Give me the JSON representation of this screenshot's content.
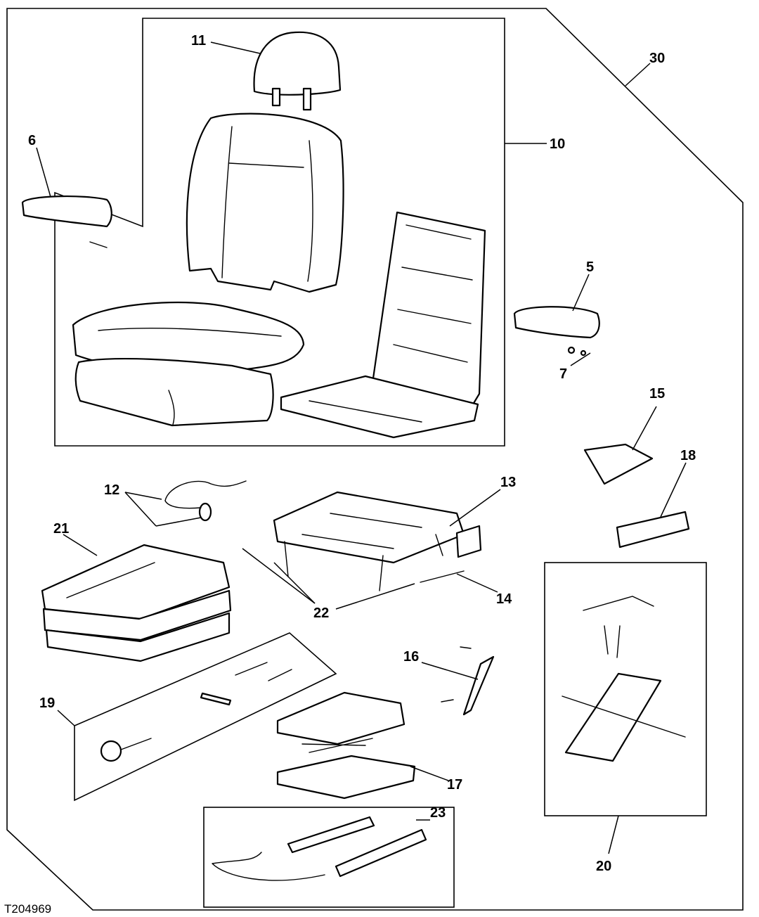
{
  "figure_code": "T204969",
  "callouts": {
    "c30": "30",
    "c10": "10",
    "c11": "11",
    "c6": "6",
    "c5": "5",
    "c7": "7",
    "c15": "15",
    "c18": "18",
    "c12": "12",
    "c13": "13",
    "c21": "21",
    "c14": "14",
    "c22": "22",
    "c20": "20",
    "c16": "16",
    "c19": "19",
    "c17": "17",
    "c23": "23"
  }
}
